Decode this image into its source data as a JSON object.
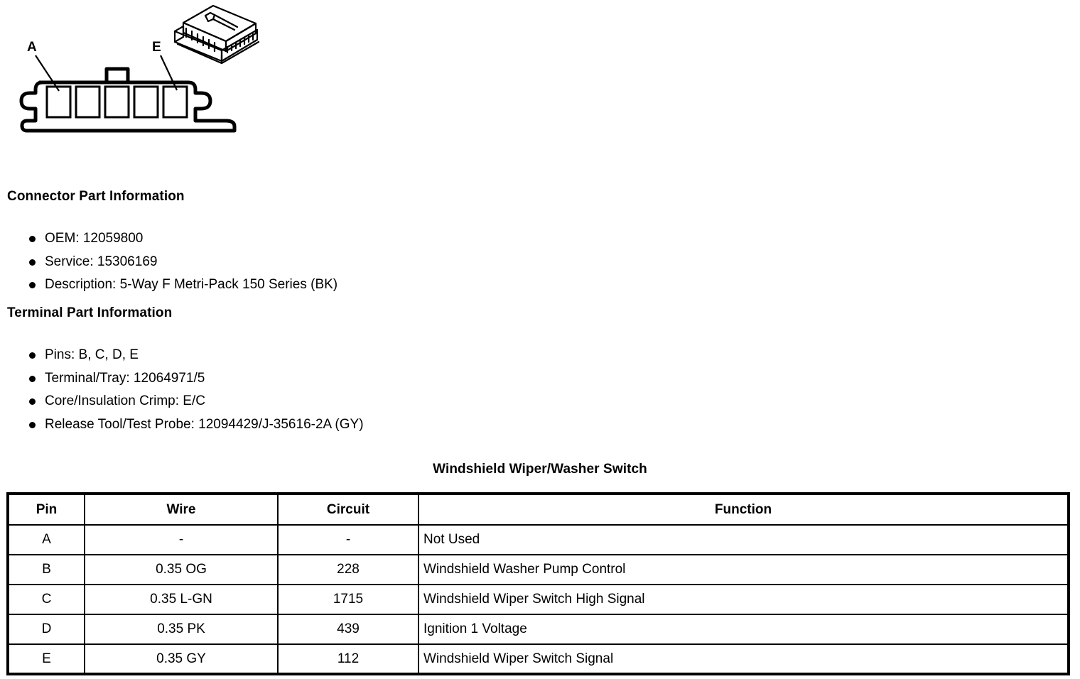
{
  "figure": {
    "pin_label_a": "A",
    "pin_label_e": "E",
    "cavity_count": 5
  },
  "connector_part": {
    "heading": "Connector Part Information",
    "items": [
      "OEM: 12059800",
      "Service: 15306169",
      "Description: 5-Way F Metri-Pack 150 Series (BK)"
    ]
  },
  "terminal_part": {
    "heading": "Terminal Part Information",
    "items": [
      "Pins: B, C, D, E",
      "Terminal/Tray: 12064971/5",
      "Core/Insulation Crimp: E/C",
      "Release Tool/Test Probe: 12094429/J-35616-2A (GY)"
    ]
  },
  "table": {
    "title": "Windshield Wiper/Washer Switch",
    "headers": [
      "Pin",
      "Wire",
      "Circuit",
      "Function"
    ],
    "rows": [
      {
        "pin": "A",
        "wire": "-",
        "circuit": "-",
        "function": "Not Used"
      },
      {
        "pin": "B",
        "wire": "0.35 OG",
        "circuit": "228",
        "function": "Windshield Washer Pump Control"
      },
      {
        "pin": "C",
        "wire": "0.35 L-GN",
        "circuit": "1715",
        "function": "Windshield Wiper Switch High Signal"
      },
      {
        "pin": "D",
        "wire": "0.35 PK",
        "circuit": "439",
        "function": "Ignition 1 Voltage"
      },
      {
        "pin": "E",
        "wire": "0.35 GY",
        "circuit": "112",
        "function": "Windshield Wiper Switch Signal"
      }
    ]
  },
  "colors": {
    "ink": "#000000",
    "page": "#ffffff"
  }
}
